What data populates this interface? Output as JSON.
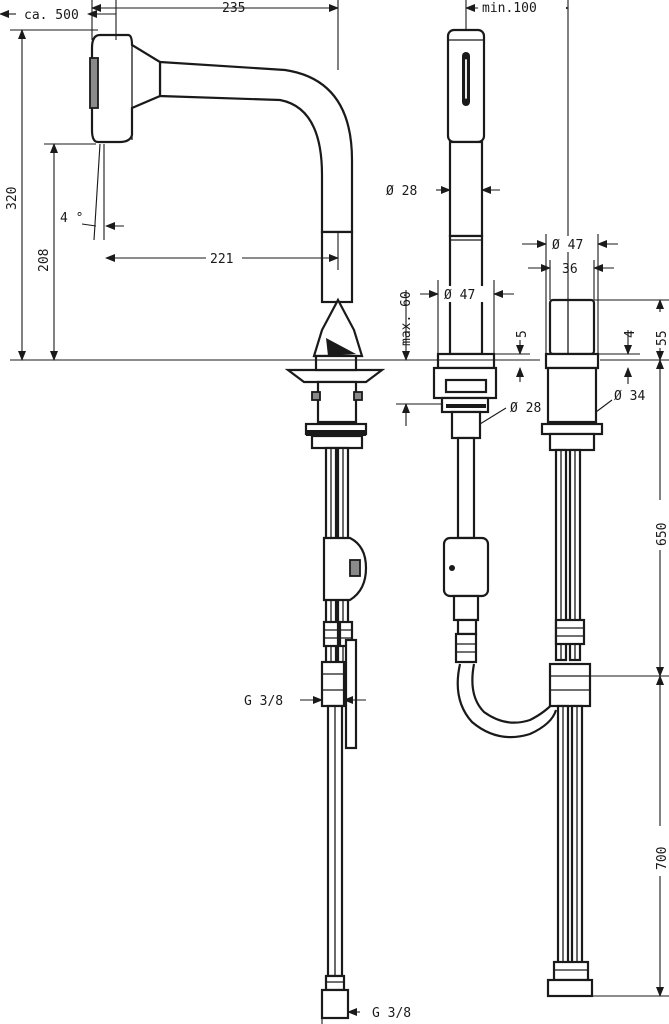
{
  "dimensions": {
    "spray_reach": "ca. 500",
    "spout_reach": "235",
    "overall_height": "320",
    "spout_height": "208",
    "spout_angle": "4 °",
    "aerator_reach": "221",
    "min_distance": "min.100",
    "hose_diameter": "Ø 28",
    "handle_diameter": "Ø 47",
    "handle_block_diameter": "Ø 47",
    "handle_width": "36",
    "max_plate": "max. 60",
    "base_height": "5",
    "handle_offset": "4",
    "handle_height": "55",
    "shank_diameter": "Ø 28",
    "valve_shank_diameter": "Ø 34",
    "hose_length_upper": "650",
    "hose_length_lower": "700",
    "connection_upper": "G 3/8",
    "connection_lower": "G 3/8"
  }
}
